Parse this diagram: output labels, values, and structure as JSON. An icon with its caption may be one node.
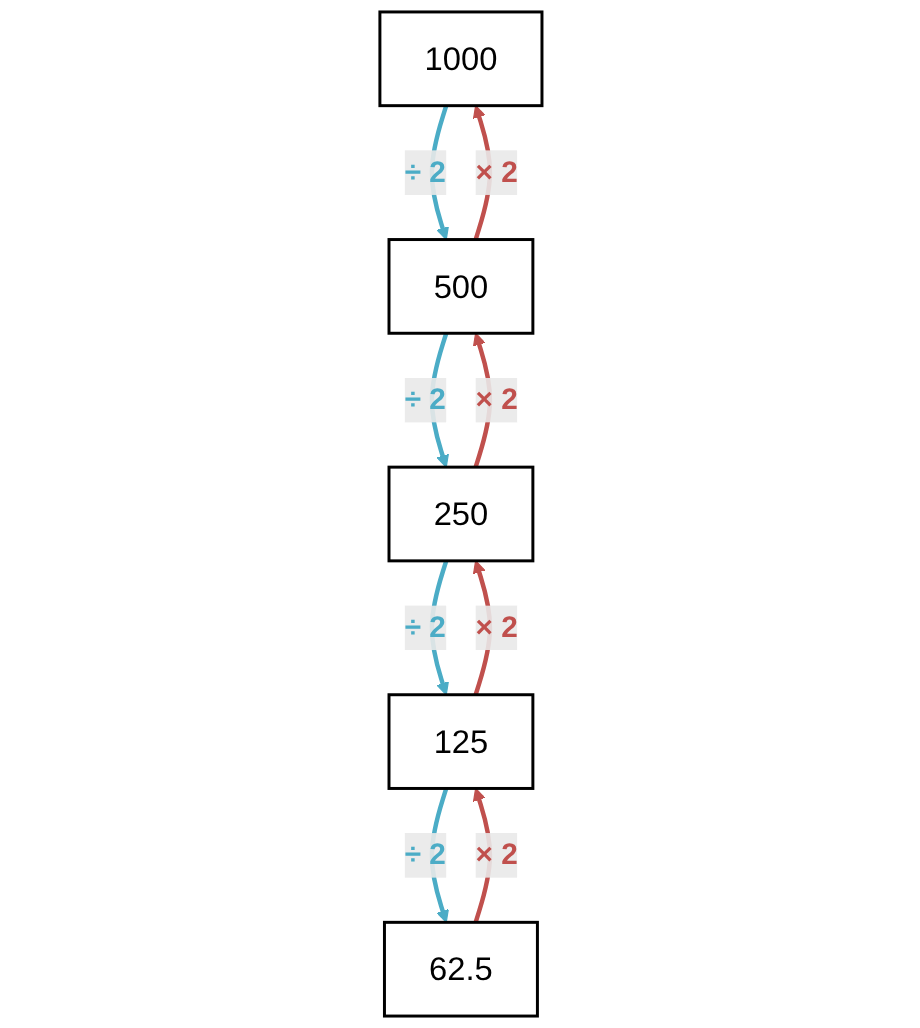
{
  "diagram": {
    "nodes": [
      {
        "text": [
          "1000"
        ]
      },
      {
        "text": [
          "500"
        ]
      },
      {
        "text": [
          "250"
        ]
      },
      {
        "text": [
          "125"
        ]
      },
      {
        "text": [
          "62.5"
        ]
      }
    ],
    "edges": [
      {
        "from": 1,
        "to": 0,
        "arrow": "to",
        "label": "× 2",
        "color": "#c0504d"
      },
      {
        "from": 0,
        "to": 1,
        "arrow": "to",
        "label": "÷ 2",
        "color": "#4bacc6"
      },
      {
        "from": 2,
        "to": 1,
        "arrow": "to",
        "label": "× 2",
        "color": "#c0504d"
      },
      {
        "from": 1,
        "to": 2,
        "arrow": "to",
        "label": "÷ 2",
        "color": "#4bacc6"
      },
      {
        "from": 3,
        "to": 2,
        "arrow": "to",
        "label": "× 2",
        "color": "#c0504d"
      },
      {
        "from": 2,
        "to": 3,
        "arrow": "to",
        "label": "÷ 2",
        "color": "#4bacc6"
      },
      {
        "from": 4,
        "to": 3,
        "arrow": "to",
        "label": "× 2",
        "color": "#c0504d"
      },
      {
        "from": 3,
        "to": 4,
        "arrow": "to",
        "label": "÷ 2",
        "color": "#4bacc6"
      }
    ]
  }
}
